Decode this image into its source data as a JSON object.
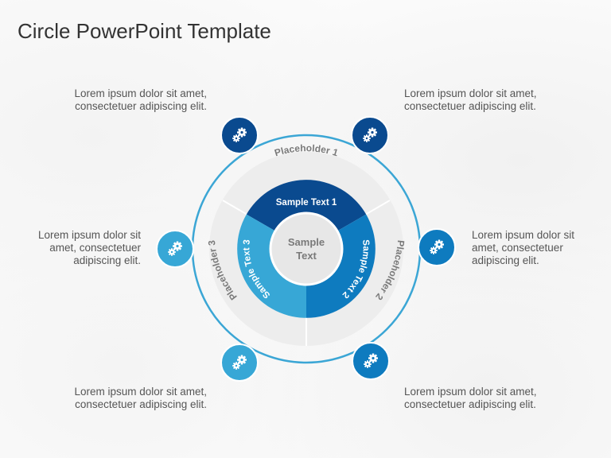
{
  "title": "Circle PowerPoint Template",
  "placeholders": [
    "Placeholder 1",
    "Placeholder 2",
    "Placeholder 3"
  ],
  "sample_texts": [
    "Sample Text 1",
    "Sample Text 2",
    "Sample Text 3"
  ],
  "center_text": [
    "Sample",
    "Text"
  ],
  "descriptions": {
    "top_left": [
      "Lorem ipsum dolor sit amet,",
      "consectetuer adipiscing elit."
    ],
    "top_right": [
      "Lorem ipsum dolor sit amet,",
      "consectetuer adipiscing elit."
    ],
    "mid_left": [
      "Lorem ipsum dolor sit",
      "amet, consectetuer",
      "adipiscing elit."
    ],
    "mid_right": [
      "Lorem ipsum dolor sit",
      "amet, consectetuer",
      "adipiscing elit."
    ],
    "bottom_left": [
      "Lorem ipsum dolor sit amet,",
      "consectetuer adipiscing elit."
    ],
    "bottom_right": [
      "Lorem ipsum dolor sit amet,",
      "consectetuer adipiscing elit."
    ]
  },
  "icons": [
    "gears-icon",
    "gears-icon",
    "gears-icon",
    "gears-icon",
    "gears-icon",
    "gears-icon"
  ],
  "colors": {
    "dark_blue": "#0a4a8f",
    "mid_blue": "#0e7bbf",
    "light_blue": "#37a7d6",
    "ring_gray": "#ededed",
    "outer_ring": "#3ba6d5",
    "center_gray": "#e7e7e7"
  }
}
